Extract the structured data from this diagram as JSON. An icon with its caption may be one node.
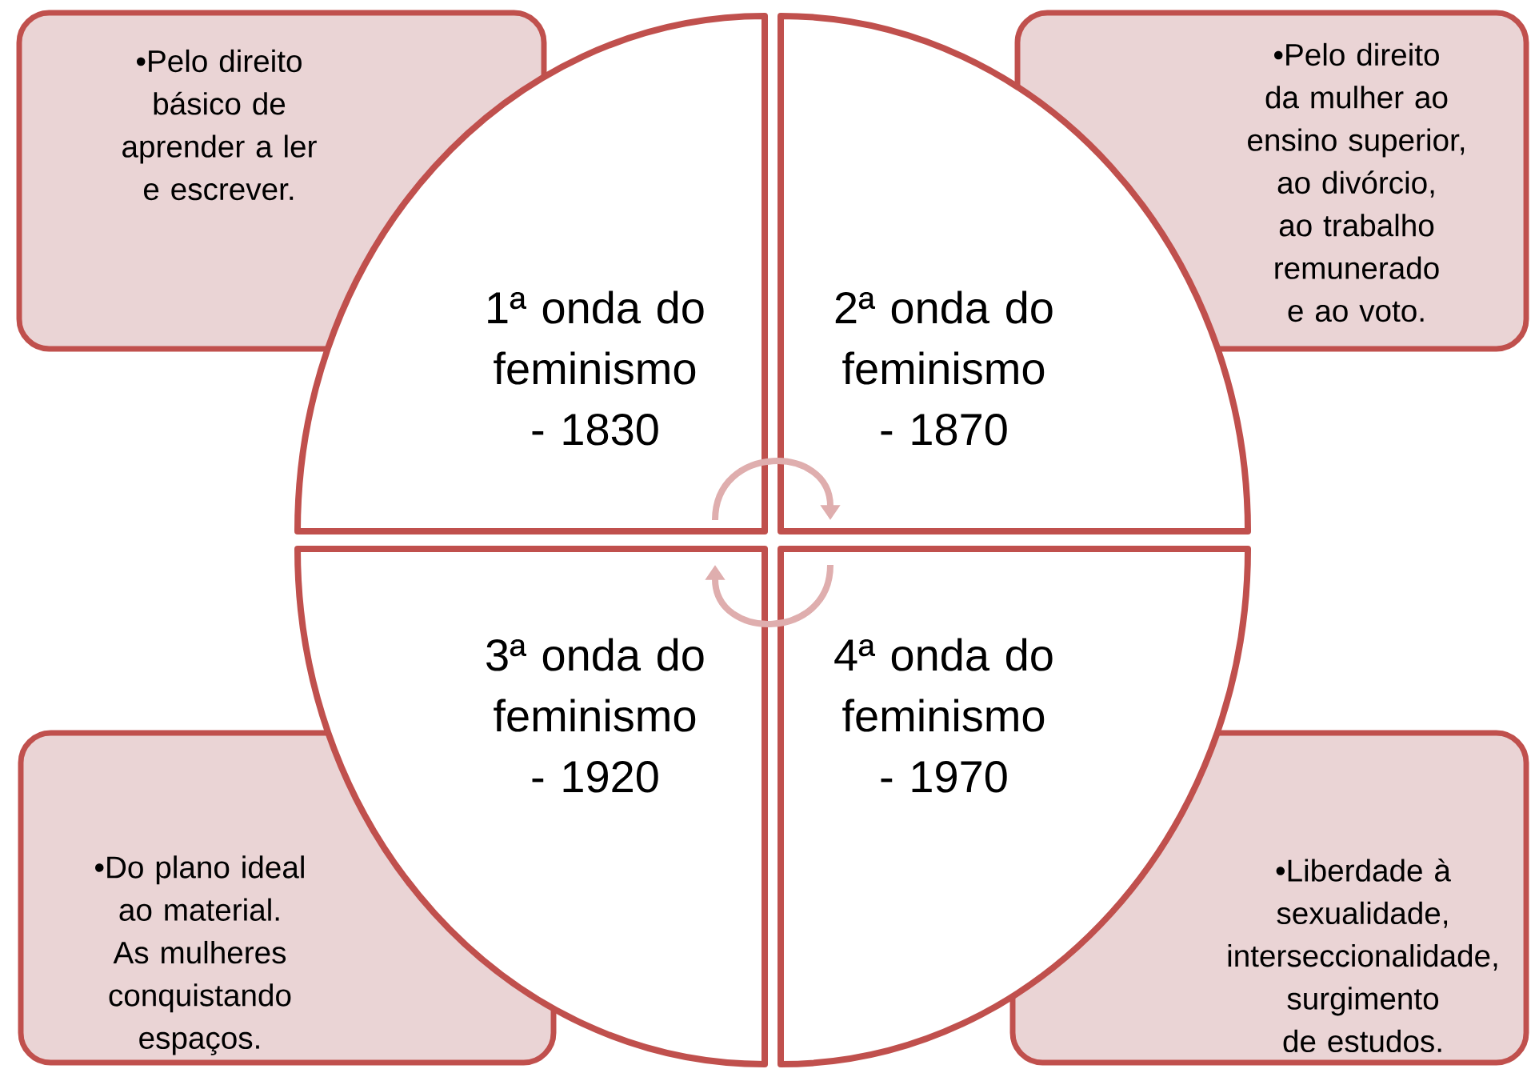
{
  "diagram": {
    "nodes": [
      {
        "text": [
          "•Pelo direito básico de aprender a ler e escrever."
        ]
      },
      {
        "text": [
          "1ª onda do feminismo - 1830"
        ]
      },
      {
        "text": [
          "2ª onda do feminismo - 1870"
        ]
      },
      {
        "text": [
          "•Pelo direito da mulher ao ensino superior, ao divórcio, ao trabalho remunerado e ao voto."
        ]
      },
      {
        "text": [
          "•Do plano ideal ao material. As mulheres conquistando espaços."
        ]
      },
      {
        "text": [
          "3ª onda do feminismo - 1920"
        ]
      },
      {
        "text": [
          "4ª onda do feminismo - 1970"
        ]
      },
      {
        "text": [
          "•Liberdade à sexualidade, interseccionalidade, surgimento de estudos."
        ]
      }
    ],
    "edges": [
      {
        "from": 1,
        "to": 2,
        "arrow": "to"
      },
      {
        "from": 6,
        "to": 5,
        "arrow": "to"
      }
    ]
  }
}
